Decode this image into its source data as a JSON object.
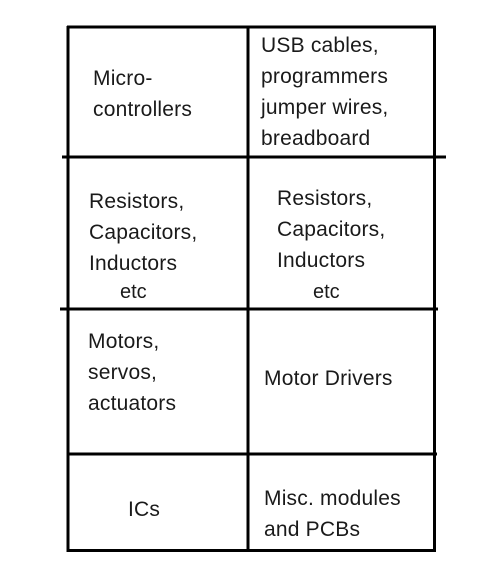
{
  "table": {
    "rows": [
      {
        "left": {
          "lines": [
            "Micro-",
            "controllers"
          ]
        },
        "right": {
          "lines": [
            "USB cables,",
            "programmers",
            "jumper wires,",
            "breadboard"
          ]
        }
      },
      {
        "left": {
          "lines": [
            "Resistors,",
            "Capacitors,",
            "Inductors"
          ],
          "note": "etc"
        },
        "right": {
          "lines": [
            "Resistors,",
            "Capacitors,",
            "Inductors"
          ],
          "note": "etc"
        }
      },
      {
        "left": {
          "lines": [
            "Motors,",
            "servos,",
            "actuators"
          ]
        },
        "right": {
          "lines": [
            "Motor Drivers"
          ]
        }
      },
      {
        "left": {
          "lines": [
            "ICs"
          ]
        },
        "right": {
          "lines": [
            "Misc. modules",
            "and PCBs"
          ]
        }
      }
    ]
  }
}
